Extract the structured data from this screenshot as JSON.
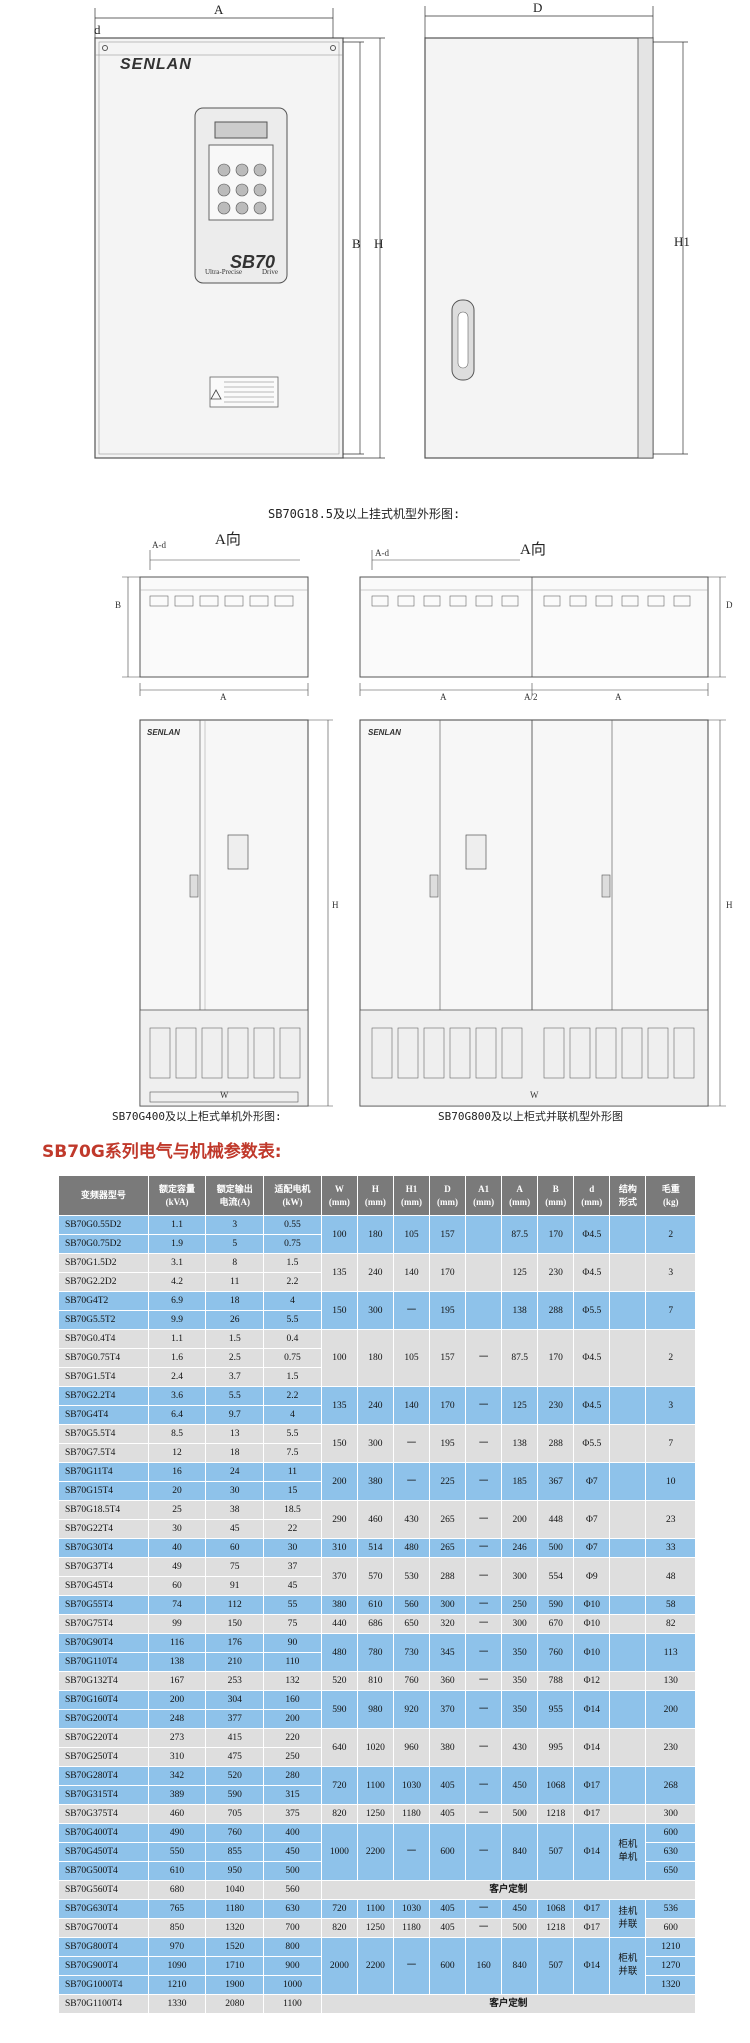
{
  "top_drawing": {
    "brand": "SENLAN",
    "panel_logo": "SB70",
    "panel_sub_left": "Ultra-Precise",
    "panel_sub_right": "Drive",
    "dim_labels": {
      "a": "A",
      "d_small": "d",
      "b": "B",
      "h": "H",
      "d_side": "D",
      "h1": "H1"
    }
  },
  "caption_wall": "SB70G18.5及以上挂式机型外形图:",
  "cabinet_views": {
    "a_view_left": "A向",
    "a_view_right": "A向",
    "labels": {
      "a": "A",
      "b": "B",
      "d": "D",
      "w": "W",
      "h": "H",
      "ad": "A-d",
      "aa": "A/2"
    }
  },
  "caption_single": "SB70G400及以上柜式单机外形图:",
  "caption_parallel": "SB70G800及以上柜式并联机型外形图",
  "section_title": "SB70G系列电气与机械参数表:",
  "table": {
    "headers": [
      {
        "line1": "变频器型号",
        "line2": ""
      },
      {
        "line1": "额定容量",
        "line2": "(kVA)"
      },
      {
        "line1": "额定输出",
        "line2": "电流(A)"
      },
      {
        "line1": "适配电机",
        "line2": "(kW)"
      },
      {
        "line1": "W",
        "line2": "(mm)"
      },
      {
        "line1": "H",
        "line2": "(mm)"
      },
      {
        "line1": "H1",
        "line2": "(mm)"
      },
      {
        "line1": "D",
        "line2": "(mm)"
      },
      {
        "line1": "A1",
        "line2": "(mm)"
      },
      {
        "line1": "A",
        "line2": "(mm)"
      },
      {
        "line1": "B",
        "line2": "(mm)"
      },
      {
        "line1": "d",
        "line2": "(mm)"
      },
      {
        "line1": "结构",
        "line2": "形式"
      },
      {
        "line1": "毛重",
        "line2": "(kg)"
      }
    ],
    "rows": [
      [
        "SB70G0.55D2",
        "1.1",
        "3",
        "0.55"
      ],
      [
        "SB70G0.75D2",
        "1.9",
        "5",
        "0.75"
      ],
      [
        "SB70G1.5D2",
        "3.1",
        "8",
        "1.5"
      ],
      [
        "SB70G2.2D2",
        "4.2",
        "11",
        "2.2"
      ],
      [
        "SB70G4T2",
        "6.9",
        "18",
        "4"
      ],
      [
        "SB70G5.5T2",
        "9.9",
        "26",
        "5.5"
      ],
      [
        "SB70G0.4T4",
        "1.1",
        "1.5",
        "0.4"
      ],
      [
        "SB70G0.75T4",
        "1.6",
        "2.5",
        "0.75"
      ],
      [
        "SB70G1.5T4",
        "2.4",
        "3.7",
        "1.5"
      ],
      [
        "SB70G2.2T4",
        "3.6",
        "5.5",
        "2.2"
      ],
      [
        "SB70G4T4",
        "6.4",
        "9.7",
        "4"
      ],
      [
        "SB70G5.5T4",
        "8.5",
        "13",
        "5.5"
      ],
      [
        "SB70G7.5T4",
        "12",
        "18",
        "7.5"
      ],
      [
        "SB70G11T4",
        "16",
        "24",
        "11"
      ],
      [
        "SB70G15T4",
        "20",
        "30",
        "15"
      ],
      [
        "SB70G18.5T4",
        "25",
        "38",
        "18.5"
      ],
      [
        "SB70G22T4",
        "30",
        "45",
        "22"
      ],
      [
        "SB70G30T4",
        "40",
        "60",
        "30"
      ],
      [
        "SB70G37T4",
        "49",
        "75",
        "37"
      ],
      [
        "SB70G45T4",
        "60",
        "91",
        "45"
      ],
      [
        "SB70G55T4",
        "74",
        "112",
        "55"
      ],
      [
        "SB70G75T4",
        "99",
        "150",
        "75"
      ],
      [
        "SB70G90T4",
        "116",
        "176",
        "90"
      ],
      [
        "SB70G110T4",
        "138",
        "210",
        "110"
      ],
      [
        "SB70G132T4",
        "167",
        "253",
        "132"
      ],
      [
        "SB70G160T4",
        "200",
        "304",
        "160"
      ],
      [
        "SB70G200T4",
        "248",
        "377",
        "200"
      ],
      [
        "SB70G220T4",
        "273",
        "415",
        "220"
      ],
      [
        "SB70G250T4",
        "310",
        "475",
        "250"
      ],
      [
        "SB70G280T4",
        "342",
        "520",
        "280"
      ],
      [
        "SB70G315T4",
        "389",
        "590",
        "315"
      ],
      [
        "SB70G375T4",
        "460",
        "705",
        "375"
      ],
      [
        "SB70G400T4",
        "490",
        "760",
        "400"
      ],
      [
        "SB70G450T4",
        "550",
        "855",
        "450"
      ],
      [
        "SB70G500T4",
        "610",
        "950",
        "500"
      ],
      [
        "SB70G560T4",
        "680",
        "1040",
        "560"
      ],
      [
        "SB70G630T4",
        "765",
        "1180",
        "630"
      ],
      [
        "SB70G700T4",
        "850",
        "1320",
        "700"
      ],
      [
        "SB70G800T4",
        "970",
        "1520",
        "800"
      ],
      [
        "SB70G900T4",
        "1090",
        "1710",
        "900"
      ],
      [
        "SB70G1000T4",
        "1210",
        "1900",
        "1000"
      ],
      [
        "SB70G1100T4",
        "1330",
        "2080",
        "1100"
      ]
    ],
    "groups": [
      {
        "start": 0,
        "span": 2,
        "dims": [
          "100",
          "180",
          "105",
          "157",
          "",
          "87.5",
          "170",
          "Φ4.5"
        ],
        "struct": "",
        "weight": "2"
      },
      {
        "start": 2,
        "span": 2,
        "dims": [
          "135",
          "240",
          "140",
          "170",
          "",
          "125",
          "230",
          "Φ4.5"
        ],
        "struct": "",
        "weight": "3"
      },
      {
        "start": 4,
        "span": 2,
        "dims": [
          "150",
          "300",
          "一",
          "195",
          "",
          "138",
          "288",
          "Φ5.5"
        ],
        "struct": "",
        "weight": "7"
      },
      {
        "start": 6,
        "span": 3,
        "dims": [
          "100",
          "180",
          "105",
          "157",
          "一",
          "87.5",
          "170",
          "Φ4.5"
        ],
        "struct": "",
        "weight": "2"
      },
      {
        "start": 9,
        "span": 2,
        "dims": [
          "135",
          "240",
          "140",
          "170",
          "一",
          "125",
          "230",
          "Φ4.5"
        ],
        "struct": "",
        "weight": "3"
      },
      {
        "start": 11,
        "span": 2,
        "dims": [
          "150",
          "300",
          "一",
          "195",
          "一",
          "138",
          "288",
          "Φ5.5"
        ],
        "struct": "",
        "weight": "7"
      },
      {
        "start": 13,
        "span": 2,
        "dims": [
          "200",
          "380",
          "一",
          "225",
          "一",
          "185",
          "367",
          "Φ7"
        ],
        "struct": "",
        "weight": "10"
      },
      {
        "start": 15,
        "span": 2,
        "dims": [
          "290",
          "460",
          "430",
          "265",
          "一",
          "200",
          "448",
          "Φ7"
        ],
        "struct": "",
        "weight": "23"
      },
      {
        "start": 17,
        "span": 1,
        "dims": [
          "310",
          "514",
          "480",
          "265",
          "一",
          "246",
          "500",
          "Φ7"
        ],
        "struct": "",
        "weight": "33"
      },
      {
        "start": 18,
        "span": 2,
        "dims": [
          "370",
          "570",
          "530",
          "288",
          "一",
          "300",
          "554",
          "Φ9"
        ],
        "struct": "",
        "weight": "48"
      },
      {
        "start": 20,
        "span": 1,
        "dims": [
          "380",
          "610",
          "560",
          "300",
          "一",
          "250",
          "590",
          "Φ10"
        ],
        "struct": "",
        "weight": "58"
      },
      {
        "start": 21,
        "span": 1,
        "dims": [
          "440",
          "686",
          "650",
          "320",
          "一",
          "300",
          "670",
          "Φ10"
        ],
        "struct": "",
        "weight": "82"
      },
      {
        "start": 22,
        "span": 2,
        "dims": [
          "480",
          "780",
          "730",
          "345",
          "一",
          "350",
          "760",
          "Φ10"
        ],
        "struct": "",
        "weight": "113"
      },
      {
        "start": 24,
        "span": 1,
        "dims": [
          "520",
          "810",
          "760",
          "360",
          "一",
          "350",
          "788",
          "Φ12"
        ],
        "struct": "",
        "weight": "130"
      },
      {
        "start": 25,
        "span": 2,
        "dims": [
          "590",
          "980",
          "920",
          "370",
          "一",
          "350",
          "955",
          "Φ14"
        ],
        "struct": "",
        "weight": "200"
      },
      {
        "start": 27,
        "span": 2,
        "dims": [
          "640",
          "1020",
          "960",
          "380",
          "一",
          "430",
          "995",
          "Φ14"
        ],
        "struct": "",
        "weight": "230"
      },
      {
        "start": 29,
        "span": 2,
        "dims": [
          "720",
          "1100",
          "1030",
          "405",
          "一",
          "450",
          "1068",
          "Φ17"
        ],
        "struct": "",
        "weight": "268"
      },
      {
        "start": 31,
        "span": 1,
        "dims": [
          "820",
          "1250",
          "1180",
          "405",
          "一",
          "500",
          "1218",
          "Φ17"
        ],
        "struct": "",
        "weight": "300"
      },
      {
        "start": 32,
        "span": 3,
        "dims": [
          "1000",
          "2200",
          "一",
          "600",
          "一",
          "840",
          "507",
          "Φ14"
        ],
        "struct": "柜机\n单机",
        "weights": [
          "600",
          "630",
          "650"
        ]
      },
      {
        "start": 35,
        "span": 1,
        "custom": "客户定制"
      },
      {
        "start": 36,
        "span": 1,
        "dims": [
          "720",
          "1100",
          "1030",
          "405",
          "一",
          "450",
          "1068",
          "Φ17"
        ],
        "struct": "挂机\n并联",
        "weight": "536",
        "struct_span": 2
      },
      {
        "start": 37,
        "span": 1,
        "dims": [
          "820",
          "1250",
          "1180",
          "405",
          "一",
          "500",
          "1218",
          "Φ17"
        ],
        "weight": "600"
      },
      {
        "start": 38,
        "span": 3,
        "dims": [
          "2000",
          "2200",
          "一",
          "600",
          "160",
          "840",
          "507",
          "Φ14"
        ],
        "struct": "柜机\n并联",
        "weights": [
          "1210",
          "1270",
          "1320"
        ]
      },
      {
        "start": 41,
        "span": 1,
        "custom": "客户定制"
      }
    ]
  },
  "colors": {
    "blue_row": "#8ec2ea",
    "grey_row": "#dedede",
    "header": "#7a7a7a",
    "title_red": "#c0392b"
  }
}
